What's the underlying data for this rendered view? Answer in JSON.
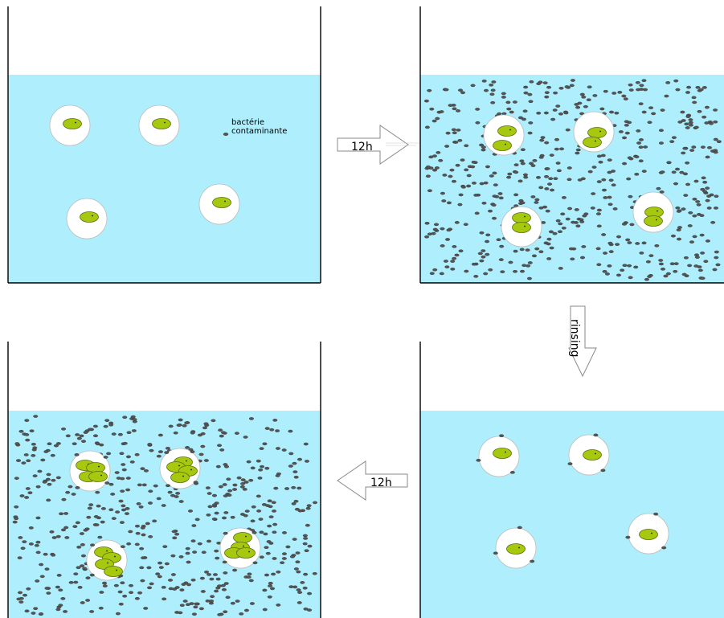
{
  "diagram": {
    "legend": {
      "line1": "bactérie",
      "line2": "contaminante"
    },
    "arrows": {
      "step1": "12h",
      "rinse": "rinsing",
      "step2": "12h"
    },
    "colors": {
      "water": "#aeeefd",
      "bead": "#ffffff",
      "bead_outline": "#bcbcbc",
      "cell_fill": "#a6c90f",
      "cell_outline": "#5c6e10",
      "bacterium": "#555555",
      "arrow_fill": "#ffffff",
      "arrow_outline": "#8a8a8a",
      "wall": "#000000"
    }
  }
}
